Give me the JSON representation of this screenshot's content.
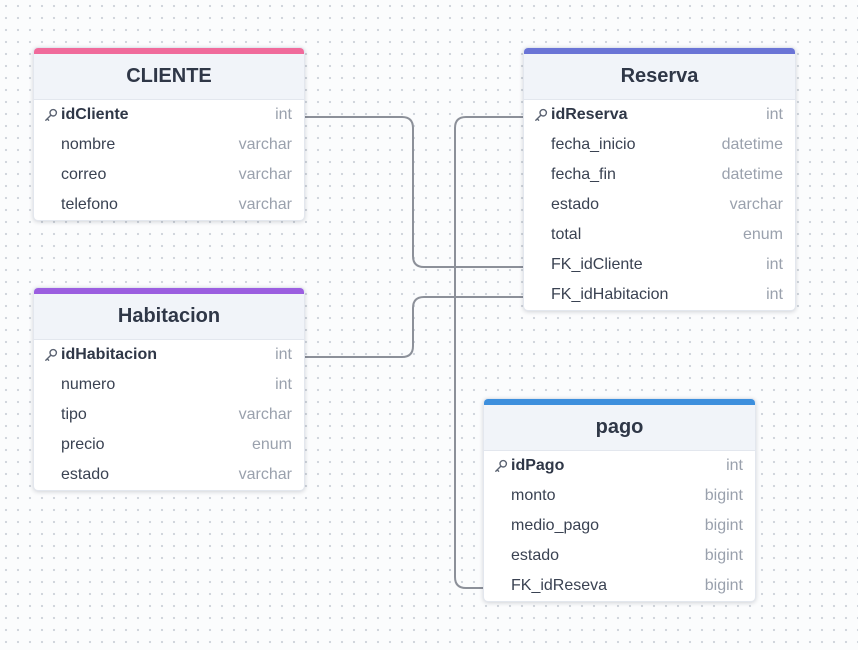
{
  "colors": {
    "cliente": "#f06a9b",
    "habitacion": "#9b5ee0",
    "reserva": "#6a74d6",
    "pago": "#3d8fdd",
    "connector": "#8c9099"
  },
  "icons": {
    "primary_key": "key-icon"
  },
  "tables": {
    "cliente": {
      "name": "CLIENTE",
      "fields": [
        {
          "name": "idCliente",
          "type": "int",
          "pk": true
        },
        {
          "name": "nombre",
          "type": "varchar"
        },
        {
          "name": "correo",
          "type": "varchar"
        },
        {
          "name": "telefono",
          "type": "varchar"
        }
      ]
    },
    "habitacion": {
      "name": "Habitacion",
      "fields": [
        {
          "name": "idHabitacion",
          "type": "int",
          "pk": true
        },
        {
          "name": "numero",
          "type": "int"
        },
        {
          "name": "tipo",
          "type": "varchar"
        },
        {
          "name": "precio",
          "type": "enum"
        },
        {
          "name": "estado",
          "type": "varchar"
        }
      ]
    },
    "reserva": {
      "name": "Reserva",
      "fields": [
        {
          "name": "idReserva",
          "type": "int",
          "pk": true
        },
        {
          "name": "fecha_inicio",
          "type": "datetime"
        },
        {
          "name": "fecha_fin",
          "type": "datetime"
        },
        {
          "name": "estado",
          "type": "varchar"
        },
        {
          "name": "total",
          "type": "enum"
        },
        {
          "name": "FK_idCliente",
          "type": "int"
        },
        {
          "name": "FK_idHabitacion",
          "type": "int"
        }
      ]
    },
    "pago": {
      "name": "pago",
      "fields": [
        {
          "name": "idPago",
          "type": "int",
          "pk": true
        },
        {
          "name": "monto",
          "type": "bigint"
        },
        {
          "name": "medio_pago",
          "type": "bigint"
        },
        {
          "name": "estado",
          "type": "bigint"
        },
        {
          "name": "FK_idReseva",
          "type": "bigint"
        }
      ]
    }
  },
  "relations": [
    {
      "from": "cliente.idCliente",
      "to": "reserva.FK_idCliente"
    },
    {
      "from": "habitacion.idHabitacion",
      "to": "reserva.FK_idHabitacion"
    },
    {
      "from": "reserva.idReserva",
      "to": "pago.FK_idReseva"
    }
  ]
}
